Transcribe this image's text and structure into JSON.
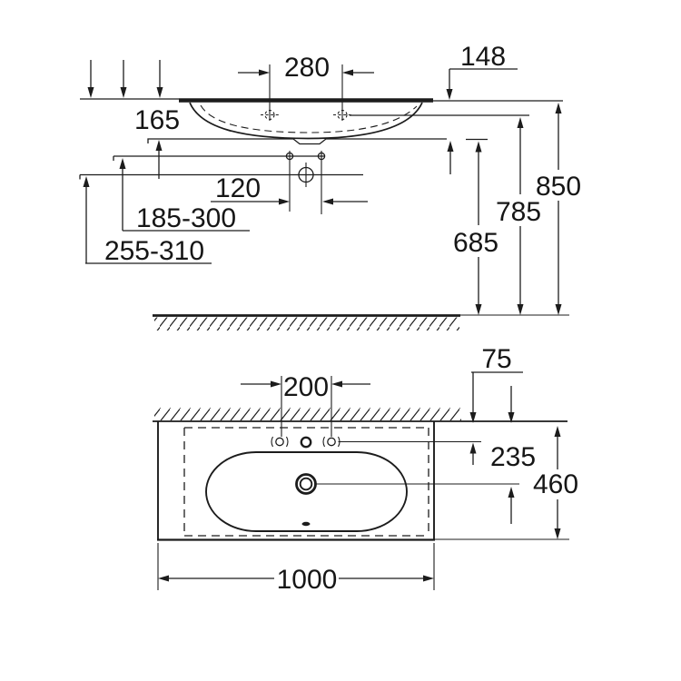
{
  "drawing": {
    "kind": "washbasin installation technical drawing",
    "colors": {
      "line": "#1c1c1c",
      "background": "#ffffff"
    }
  },
  "dimensions": {
    "front_view": {
      "tap_hole_spacing": "280",
      "rim_to_bowl_bottom": "148",
      "ceramic_height": "165",
      "fixing_hole_spacing": "120",
      "trap_range_upper": "185-300",
      "trap_range_lower": "255-310",
      "outlet_height": "685",
      "tap_hole_height": "785",
      "rim_height": "850"
    },
    "plan_view": {
      "wall_to_tap_holes": "75",
      "tap_hole_spacing": "200",
      "wall_to_drain_center": "235",
      "basin_depth": "460",
      "basin_width": "1000"
    }
  }
}
